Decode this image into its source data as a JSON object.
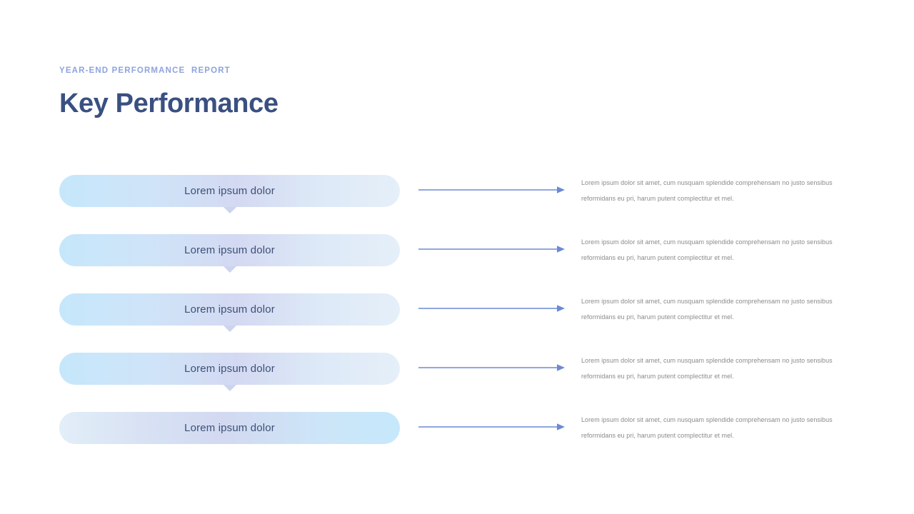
{
  "header": {
    "eyebrow": "YEAR-END PERFORMANCE  REPORT",
    "title": "Key Performance"
  },
  "colors": {
    "eyebrow": "#8fa3dd",
    "title": "#3a5081",
    "pill_label": "#3d5175",
    "pill_gradient_start": "#c6e7fb",
    "pill_gradient_mid": "#d3d9f2",
    "pill_gradient_end": "#e5eff9",
    "notch": "#ccd4ee",
    "arrow": "#6b8ad6",
    "body_text": "#8b8b8b",
    "background": "#ffffff"
  },
  "rows": [
    {
      "label": "Lorem ipsum dolor",
      "description": "Lorem ipsum dolor sit amet, cum nusquam splendide comprehensam no justo sensibus reformidans eu pri, harum putent complectitur et mel.",
      "arrow_icon": "arrow-right-icon",
      "has_notch": true,
      "gradient": "forward"
    },
    {
      "label": "Lorem ipsum dolor",
      "description": "Lorem ipsum dolor sit amet, cum nusquam splendide comprehensam no justo sensibus reformidans eu pri, harum putent complectitur et mel.",
      "arrow_icon": "arrow-right-icon",
      "has_notch": true,
      "gradient": "forward"
    },
    {
      "label": "Lorem ipsum dolor",
      "description": "Lorem ipsum dolor sit amet, cum nusquam splendide comprehensam no justo sensibus reformidans eu pri, harum putent complectitur et mel.",
      "arrow_icon": "arrow-right-icon",
      "has_notch": true,
      "gradient": "forward"
    },
    {
      "label": "Lorem ipsum dolor",
      "description": "Lorem ipsum dolor sit amet, cum nusquam splendide comprehensam no justo sensibus reformidans eu pri, harum putent complectitur et mel.",
      "arrow_icon": "arrow-right-icon",
      "has_notch": true,
      "gradient": "forward"
    },
    {
      "label": "Lorem ipsum dolor",
      "description": "Lorem ipsum dolor sit amet, cum nusquam splendide comprehensam no justo sensibus reformidans eu pri, harum putent complectitur et mel.",
      "arrow_icon": "arrow-right-icon",
      "has_notch": false,
      "gradient": "reverse"
    }
  ]
}
